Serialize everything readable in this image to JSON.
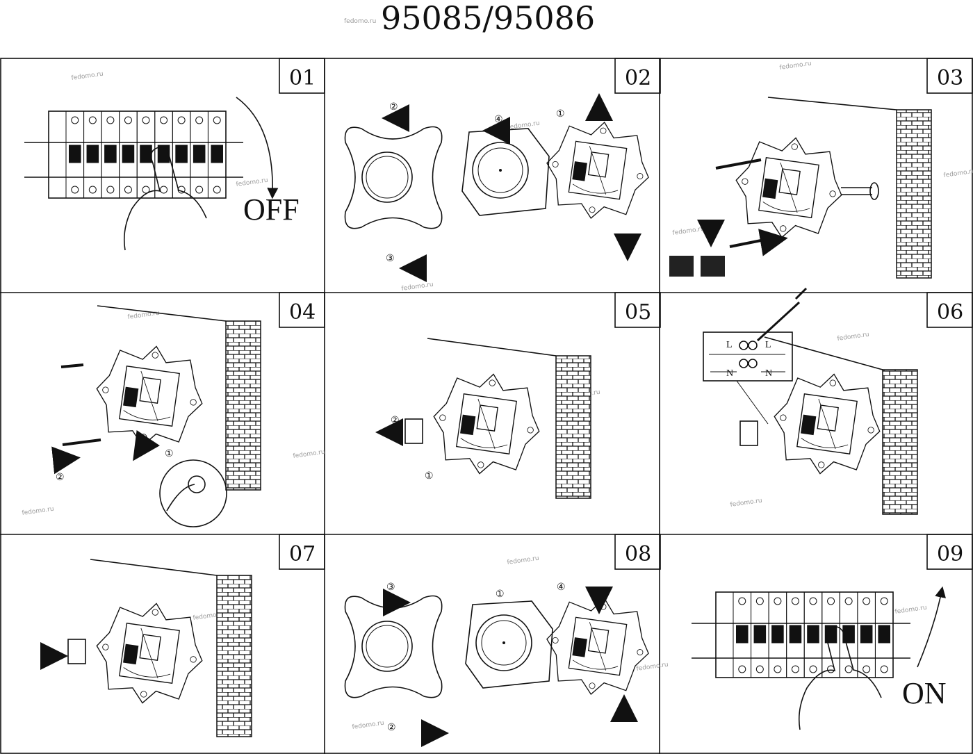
{
  "title": "95085/95086",
  "watermark": "fedomo.ru",
  "panels": [
    {
      "number": "01",
      "label": "OFF"
    },
    {
      "number": "02",
      "steps": [
        "①",
        "②",
        "③",
        "④"
      ]
    },
    {
      "number": "03"
    },
    {
      "number": "04",
      "steps": [
        "①",
        "②"
      ]
    },
    {
      "number": "05",
      "steps": [
        "①",
        "②"
      ]
    },
    {
      "number": "06",
      "terminals": [
        "L",
        "L",
        "N",
        "N"
      ]
    },
    {
      "number": "07"
    },
    {
      "number": "08",
      "steps": [
        "①",
        "②",
        "③",
        "④"
      ]
    },
    {
      "number": "09",
      "label": "ON"
    }
  ],
  "colors": {
    "line": "#111111",
    "watermark": "#9a9a9a",
    "background": "#ffffff"
  }
}
